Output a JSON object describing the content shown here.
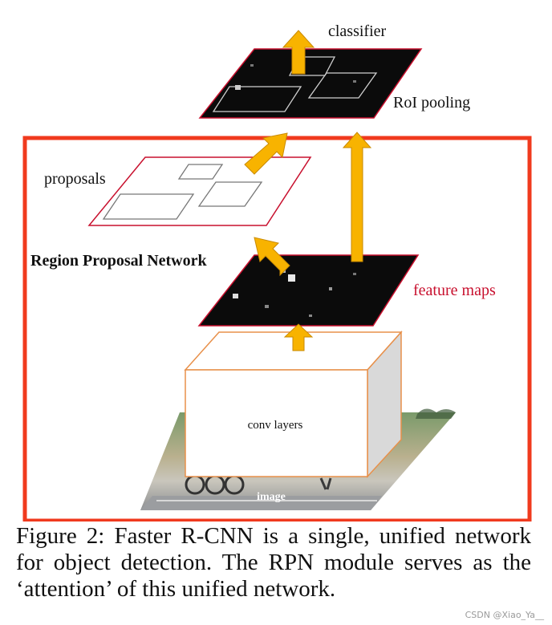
{
  "diagram": {
    "labels": {
      "classifier": "classifier",
      "roi_pooling": "RoI pooling",
      "proposals": "proposals",
      "rpn": "Region Proposal Network",
      "feature_maps": "feature maps",
      "conv_layers": "conv layers",
      "image": "image"
    },
    "colors": {
      "rpn_frame": "#f03a1e",
      "arrow": "#f8b300",
      "arrow_edge": "#c98a00",
      "feature_map": "#0b0b0b",
      "feature_map_edge": "#c8102e",
      "proposal_edge": "#c8102e",
      "conv_box_edge": "#e8904a",
      "conv_box_side": "#d9d9d9",
      "feature_maps_text": "#c8102e"
    }
  },
  "caption": {
    "text": "Figure 2: Faster R-CNN is a single, unified network for object detection. The RPN module serves as the ‘attention’ of this unified network."
  },
  "watermark": "CSDN @Xiao_Ya__"
}
